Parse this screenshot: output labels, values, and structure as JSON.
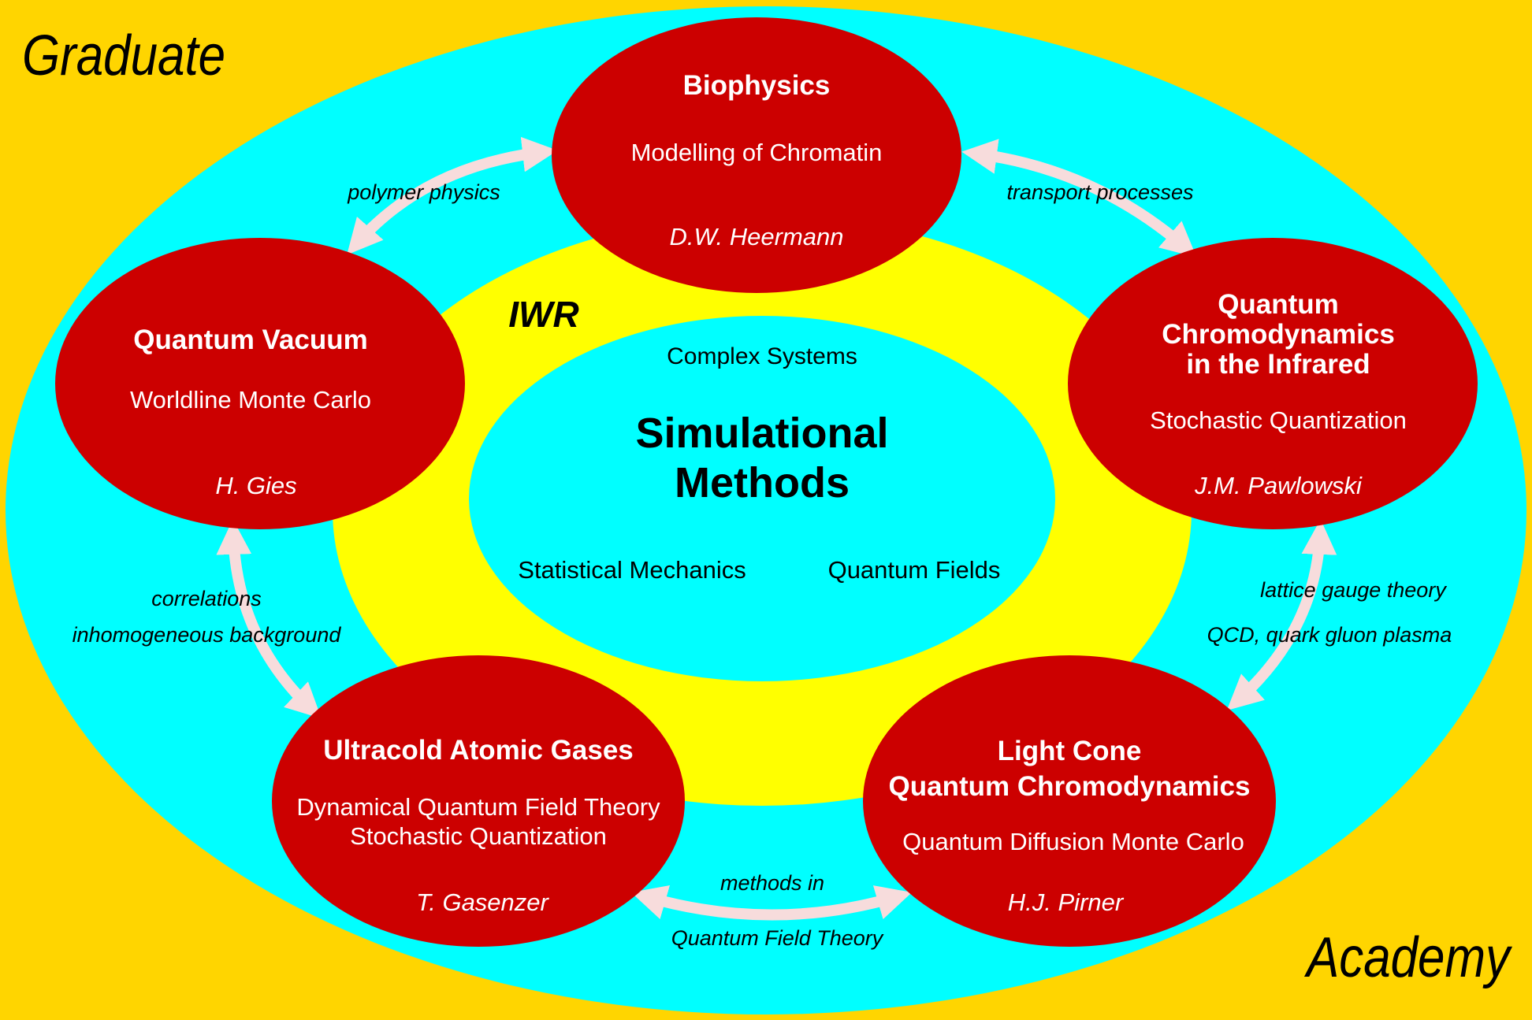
{
  "colors": {
    "background": "#ffd500",
    "outer_ellipse": "#00ffff",
    "inner_ring": "#ffff00",
    "core": "#00ffff",
    "node_fill": "#cc0000",
    "arrow": "#f7dcdc",
    "dark_text": "#000000",
    "light_text": "#ffffff"
  },
  "corners": {
    "top_left": "Graduate",
    "bottom_right": "Academy"
  },
  "institute": "IWR",
  "center": {
    "top_label": "Complex Systems",
    "title_line1": "Simulational",
    "title_line2": "Methods",
    "left_label": "Statistical Mechanics",
    "right_label": "Quantum Fields"
  },
  "nodes": {
    "biophysics": {
      "title": "Biophysics",
      "method": "Modelling of Chromatin",
      "person": "D.W. Heermann"
    },
    "quantum_vacuum": {
      "title": "Quantum Vacuum",
      "method": "Worldline Monte Carlo",
      "person": "H. Gies"
    },
    "qcd_infrared": {
      "title_line1": "Quantum",
      "title_line2": "Chromodynamics",
      "title_line3": "in the Infrared",
      "method": "Stochastic Quantization",
      "person": "J.M. Pawlowski"
    },
    "ultracold": {
      "title": "Ultracold Atomic Gases",
      "method_line1": "Dynamical Quantum Field Theory",
      "method_line2": "Stochastic Quantization",
      "person": "T. Gasenzer"
    },
    "light_cone": {
      "title_line1": "Light Cone",
      "title_line2": "Quantum Chromodynamics",
      "method": "Quantum Diffusion Monte Carlo",
      "person": "H.J. Pirner"
    }
  },
  "links": {
    "bio_vacuum": "polymer physics",
    "bio_qcd": "transport processes",
    "vacuum_ultracold_line1": "correlations",
    "vacuum_ultracold_line2": "inhomogeneous background",
    "qcd_lightcone_line1": "lattice gauge theory",
    "qcd_lightcone_line2": "QCD, quark gluon plasma",
    "ultracold_lightcone_line1": "methods in",
    "ultracold_lightcone_line2": "Quantum Field Theory"
  }
}
